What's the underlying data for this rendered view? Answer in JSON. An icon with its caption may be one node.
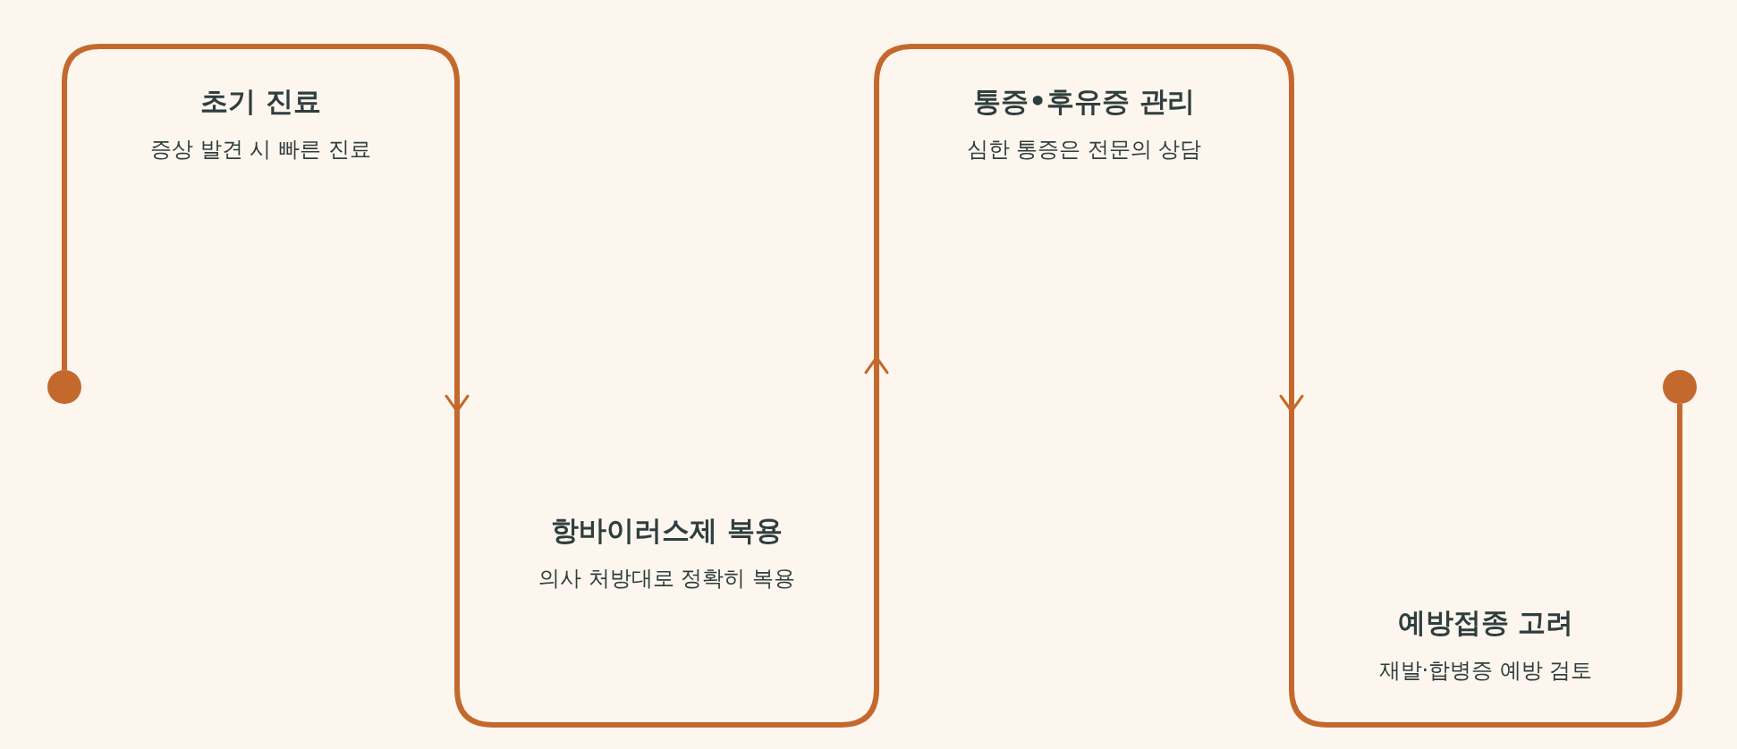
{
  "diagram": {
    "nodes": [
      {
        "text": [],
        "shape": "circle"
      },
      {
        "text": [
          "초기 진료",
          "증상 발견 시 빠른 진료"
        ]
      },
      {
        "text": [
          "항바이러스제 복용",
          "의사 처방대로 정확히 복용"
        ]
      },
      {
        "text": [
          "통증•후유증 관리",
          "심한 통증은 전문의 상담"
        ]
      },
      {
        "text": [
          "예방접종 고려",
          "재발·합병증 예방 검토"
        ]
      },
      {
        "text": [],
        "shape": "circle"
      }
    ],
    "edges": [
      {
        "from": 0,
        "to": 1,
        "arrow": "none"
      },
      {
        "from": 1,
        "to": 2,
        "arrow": "to"
      },
      {
        "from": 2,
        "to": 3,
        "arrow": "to"
      },
      {
        "from": 3,
        "to": 4,
        "arrow": "to"
      },
      {
        "from": 4,
        "to": 5,
        "arrow": "none"
      }
    ]
  }
}
